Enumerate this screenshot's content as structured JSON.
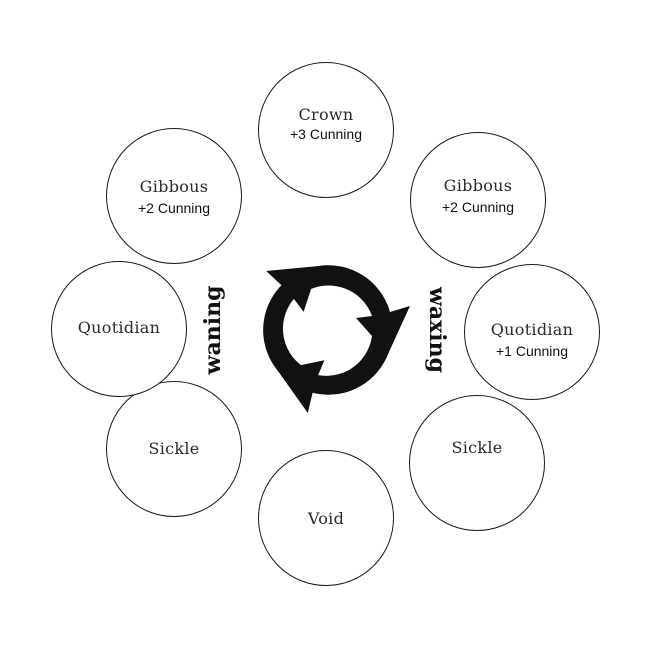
{
  "phases": [
    {
      "id": "crown",
      "name": "Crown",
      "bonus": "+3 Cunning"
    },
    {
      "id": "gibbous-right",
      "name": "Gibbous",
      "bonus": "+2 Cunning"
    },
    {
      "id": "quotidian-right",
      "name": "Quotidian",
      "bonus": "+1 Cunning"
    },
    {
      "id": "sickle-right",
      "name": "Sickle",
      "bonus": ""
    },
    {
      "id": "void",
      "name": "Void",
      "bonus": ""
    },
    {
      "id": "sickle-left",
      "name": "Sickle",
      "bonus": ""
    },
    {
      "id": "quotidian-left",
      "name": "Quotidian",
      "bonus": ""
    },
    {
      "id": "gibbous-left",
      "name": "Gibbous",
      "bonus": "+2 Cunning"
    }
  ],
  "labels": {
    "waxing": "waxing",
    "waning": "waning"
  },
  "center_icon": "cycle-arrows-icon",
  "colors": {
    "ink": "#111111",
    "background": "#ffffff"
  }
}
